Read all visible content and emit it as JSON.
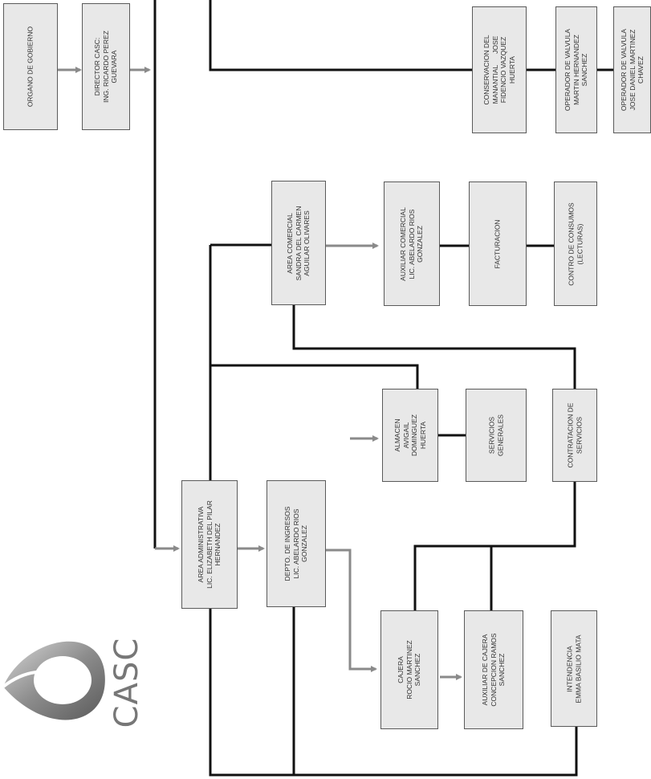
{
  "logo": {
    "text": "CASC"
  },
  "boxes": {
    "organo": {
      "lines": [
        "ORGANO DE GOBIERNO"
      ]
    },
    "director": {
      "lines": [
        "DIRECTOR CASC:",
        "ING. RICARDO PEREZ",
        "GUEVARA"
      ]
    },
    "conservacion": {
      "lines": [
        "CONSERVACION DEL",
        "MANANTIAL      JOSE",
        "FIDENCIO VAZQUEZ",
        "HUERTA"
      ]
    },
    "operador1": {
      "lines": [
        "OPERADOR DE VALVULA",
        "MARTIN HERNANDEZ",
        "SANCHEZ"
      ]
    },
    "operador2": {
      "lines": [
        "OPERADOR DE VALVULA",
        "JOSE DANIEL MARTINEZ",
        "CHAVEZ"
      ]
    },
    "comercial": {
      "lines": [
        "AREA COMERCIAL",
        "SANDRA DEL CARMEN",
        "AGUILAR OLIVARES"
      ]
    },
    "aux_comercial": {
      "lines": [
        "AUXILIAR COMERCIAL",
        "LIC. ABELARDO RIOS",
        "GONZALEZ"
      ]
    },
    "facturacion": {
      "lines": [
        "FACTURACION"
      ]
    },
    "consumos": {
      "lines": [
        "CONTRO DE CONSUMOS",
        "(LECTURAS)"
      ]
    },
    "almacen": {
      "lines": [
        "ALMACEN",
        "AVIGAIL",
        "DOMINGUEZ",
        "HUERTA"
      ]
    },
    "servicios": {
      "lines": [
        "SERVICIOS",
        "GENERALES"
      ]
    },
    "contratacion": {
      "lines": [
        "CONTRATACION DE",
        "SERVICIOS"
      ]
    },
    "administrativa": {
      "lines": [
        "AREA ADMINISTRATIVA",
        "LIC. ELIZABETH DEL PILAR",
        "HERNANDEZ"
      ]
    },
    "ingresos": {
      "lines": [
        "DEPTO. DE INGRESOS",
        "LIC. ABELARDO RIOS",
        "GONZALEZ"
      ]
    },
    "cajera": {
      "lines": [
        "CAJERA",
        "ROCIO MARTINEZ",
        "SANCHEZ"
      ]
    },
    "aux_cajera": {
      "lines": [
        "AUXILIAR DE CAJERA",
        "CONCEPCION RAMOS",
        "SANCHEZ"
      ]
    },
    "intendencia": {
      "lines": [
        "INTENDENCIA",
        "EMMA BASILIO MATA"
      ]
    }
  }
}
